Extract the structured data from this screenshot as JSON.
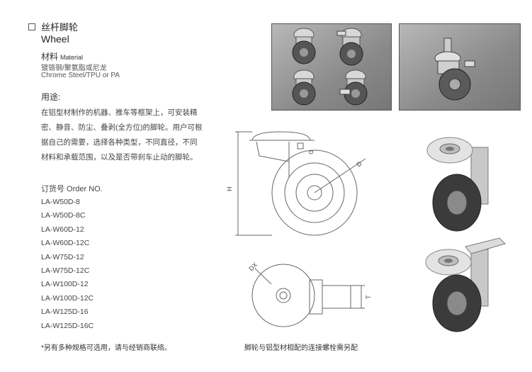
{
  "section": {
    "title_zh": "丝杆脚轮",
    "title_en": "Wheel"
  },
  "material": {
    "label_zh": "材料",
    "label_en": "Material",
    "value_zh": "镀铬钢/聚氨脂或尼龙",
    "value_en": "Chrome Steel/TPU or PA"
  },
  "usage": {
    "heading": "用途:",
    "text": "在铝型材制作的机器、推车等框架上，可安装精密、静音、防尘、叠剥(全方位)的脚轮。用户可根据自己的需要，选择各种类型，不同直径，不同材料和承载范围，以及是否带刹车止动的脚轮。"
  },
  "order": {
    "heading": "订货号 Order NO.",
    "items": [
      "LA-W50D-8",
      "LA-W50D-8C",
      "LA-W60D-12",
      "LA-W60D-12C",
      "LA-W75D-12",
      "LA-W75D-12C",
      "LA-W100D-12",
      "LA-W100D-12C",
      "LA-W125D-16",
      "LA-W125D-16C"
    ]
  },
  "footnote": "*另有多种规格可选用，请与经销商联络。",
  "caption": "脚轮与铝型材相配的连接螺栓需另配",
  "drawing_labels": {
    "height": "H",
    "diameter": "D",
    "dx": "DX",
    "thickness": "T"
  }
}
